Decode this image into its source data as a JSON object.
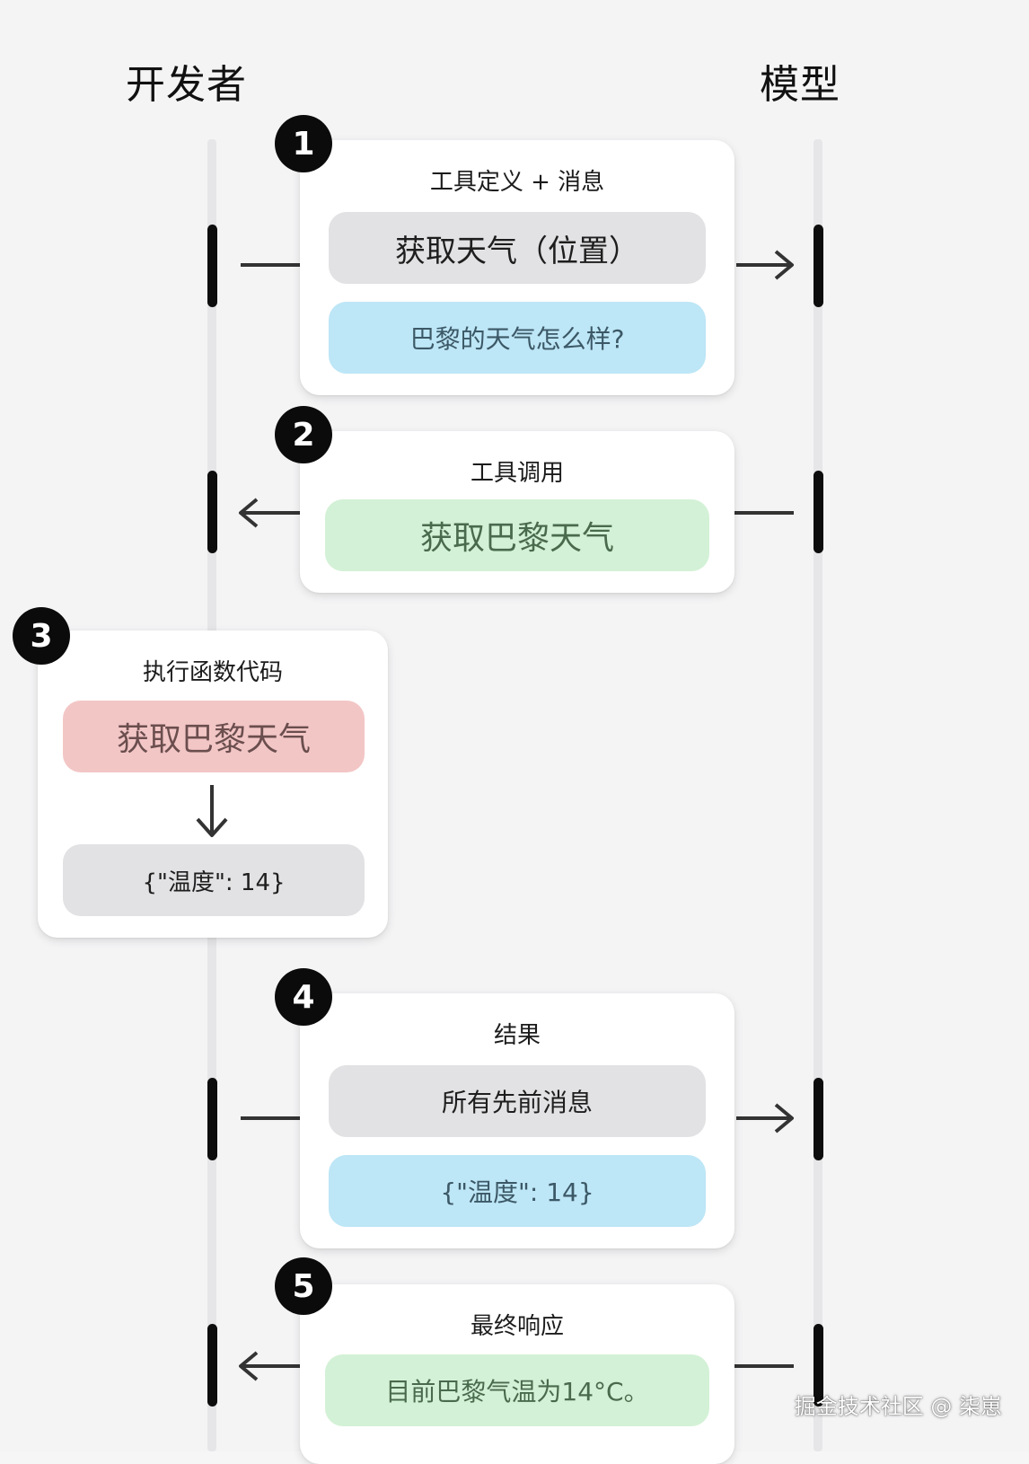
{
  "lanes": {
    "left": "开发者",
    "right": "模型"
  },
  "steps": [
    {
      "number": "1",
      "title": "工具定义 + 消息",
      "items": [
        "获取天气（位置）",
        "巴黎的天气怎么样?"
      ]
    },
    {
      "number": "2",
      "title": "工具调用",
      "items": [
        "获取巴黎天气"
      ]
    },
    {
      "number": "3",
      "title": "执行函数代码",
      "items": [
        "获取巴黎天气",
        "{\"温度\": 14}"
      ]
    },
    {
      "number": "4",
      "title": "结果",
      "items": [
        "所有先前消息",
        "{\"温度\": 14}"
      ]
    },
    {
      "number": "5",
      "title": "最终响应",
      "items": [
        "目前巴黎气温为14°C。"
      ]
    }
  ],
  "watermark": "掘金技术社区 @ 柒崽"
}
